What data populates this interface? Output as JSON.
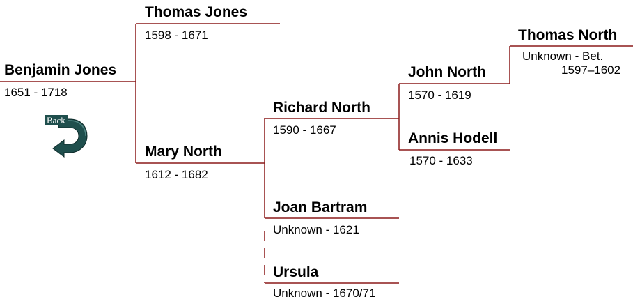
{
  "colors": {
    "line": "#8b1a1a",
    "back_arrow": "#1f4f4d"
  },
  "back_button": {
    "label": "Back",
    "icon": "back-arrow-icon"
  },
  "people": {
    "benjamin": {
      "name": "Benjamin Jones",
      "dates": "1651 - 1718"
    },
    "thomas_jones": {
      "name": "Thomas Jones",
      "dates": "1598 - 1671"
    },
    "mary": {
      "name": "Mary North",
      "dates": "1612 - 1682"
    },
    "richard": {
      "name": "Richard North",
      "dates": "1590 - 1667"
    },
    "joan": {
      "name": "Joan Bartram",
      "dates": "Unknown - 1621"
    },
    "ursula": {
      "name": "Ursula",
      "dates": "Unknown - 1670/71"
    },
    "john": {
      "name": "John North",
      "dates": "1570 - 1619"
    },
    "annis": {
      "name": "Annis Hodell",
      "dates": "1570 - 1633"
    },
    "thomas_north": {
      "name": "Thomas North",
      "dates_line1": "Unknown - Bet.",
      "dates_line2": "1597–1602"
    }
  }
}
